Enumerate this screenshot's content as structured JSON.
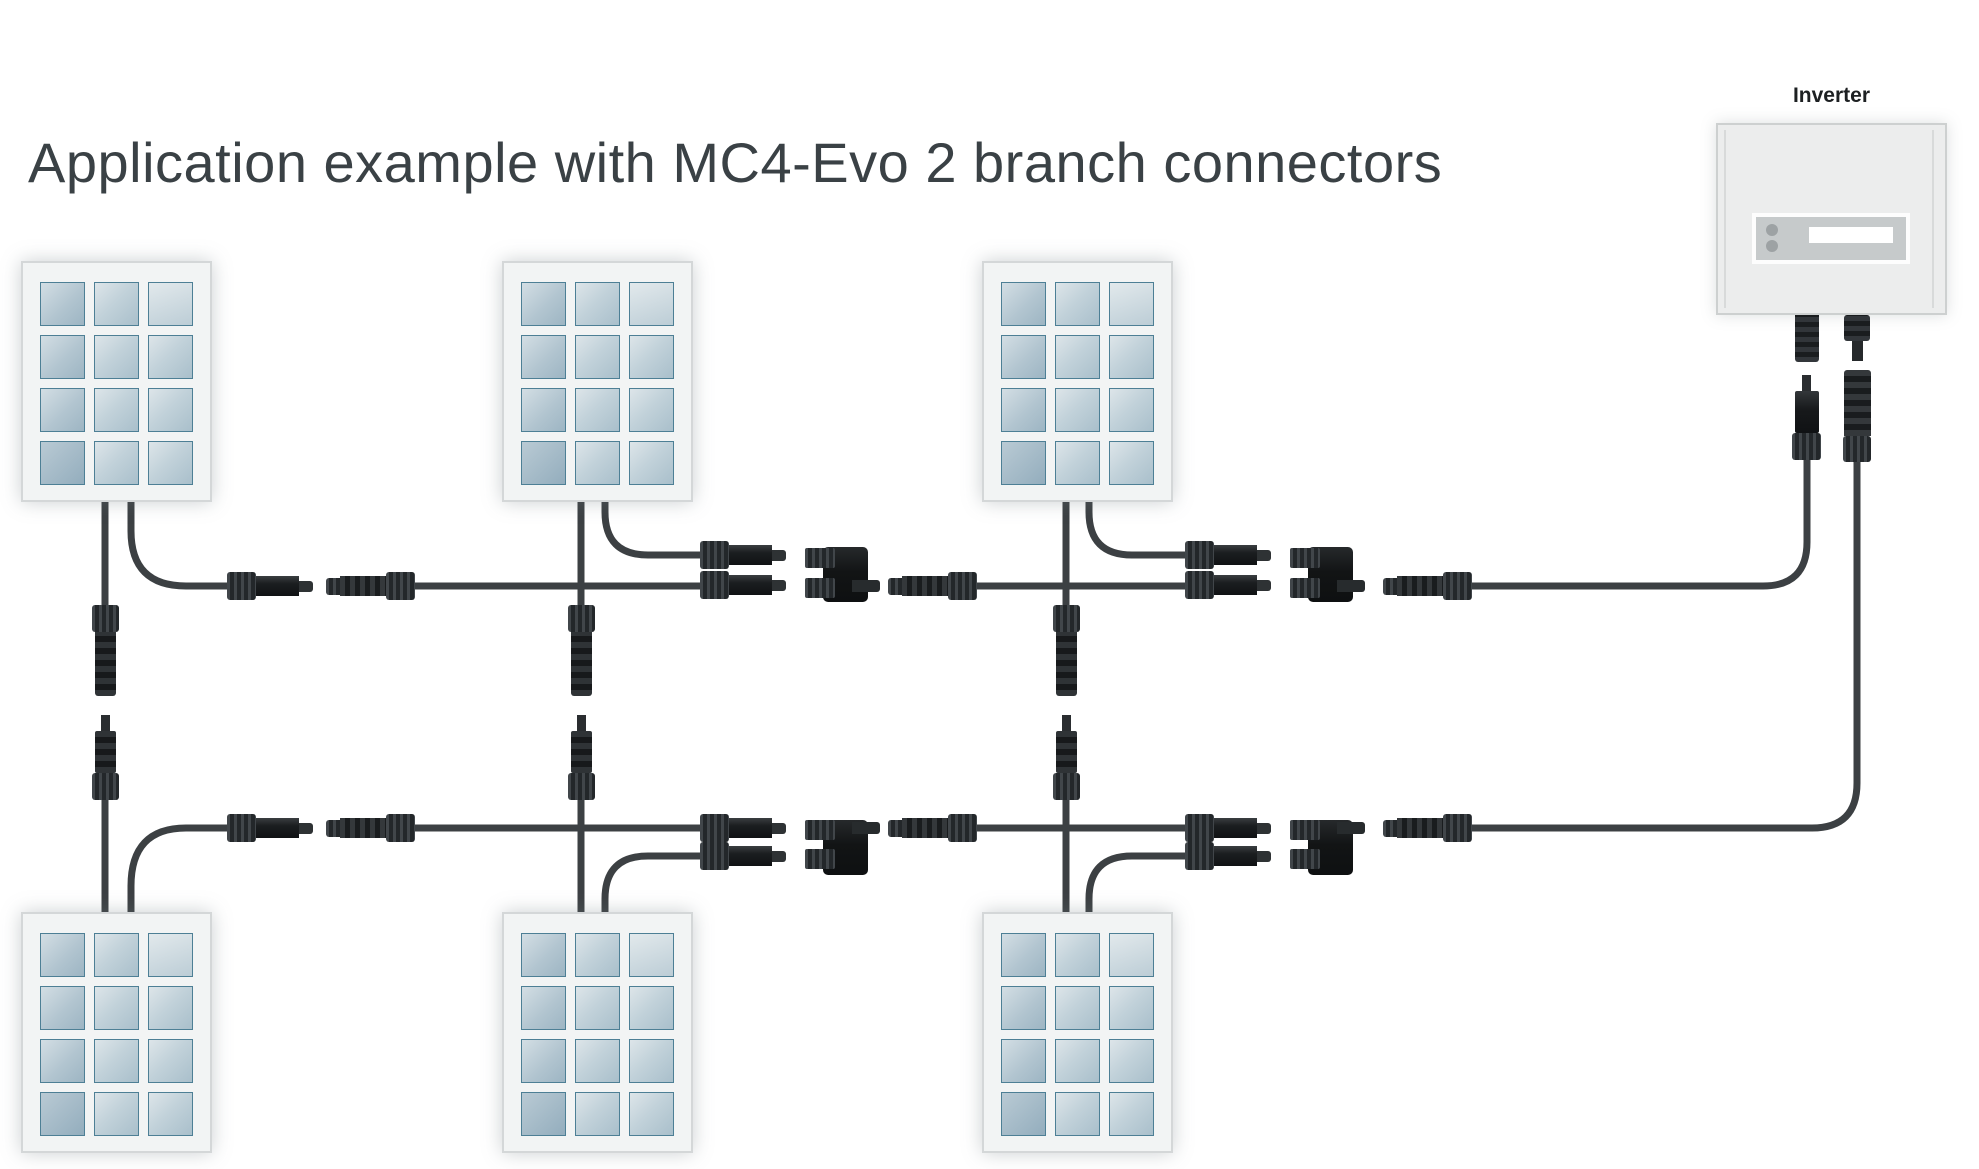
{
  "title": "Application example with MC4-Evo 2 branch connectors",
  "inverter": {
    "label": "Inverter"
  },
  "system": {
    "connector_family": "MC4-Evo 2",
    "solar_panel_count": 6,
    "panel_rows": 2,
    "panels_per_row": 3,
    "panel_cell_grid": {
      "rows": 4,
      "columns": 3
    },
    "branch_connector_count": 4,
    "inline_connector_pair_count": 6,
    "string_connector_pair_count": 3,
    "inverter_input_count": 2
  },
  "colors": {
    "background": "#ffffff",
    "title_text": "#3a4145",
    "label_text": "#1d2022",
    "cable": "#3c4043",
    "connector_dark": "#17191b",
    "connector_mid": "#2b2f32",
    "panel_frame": "#f2f4f4",
    "panel_border": "#d4d7d8",
    "cell_border_teal": "#4d7f95",
    "cell_fill_light": "#dde5e9",
    "cell_fill_dark": "#a9bfcb",
    "inverter_body": "#eceded",
    "inverter_display": "#c6cacb",
    "inverter_led": "#9da2a4"
  }
}
